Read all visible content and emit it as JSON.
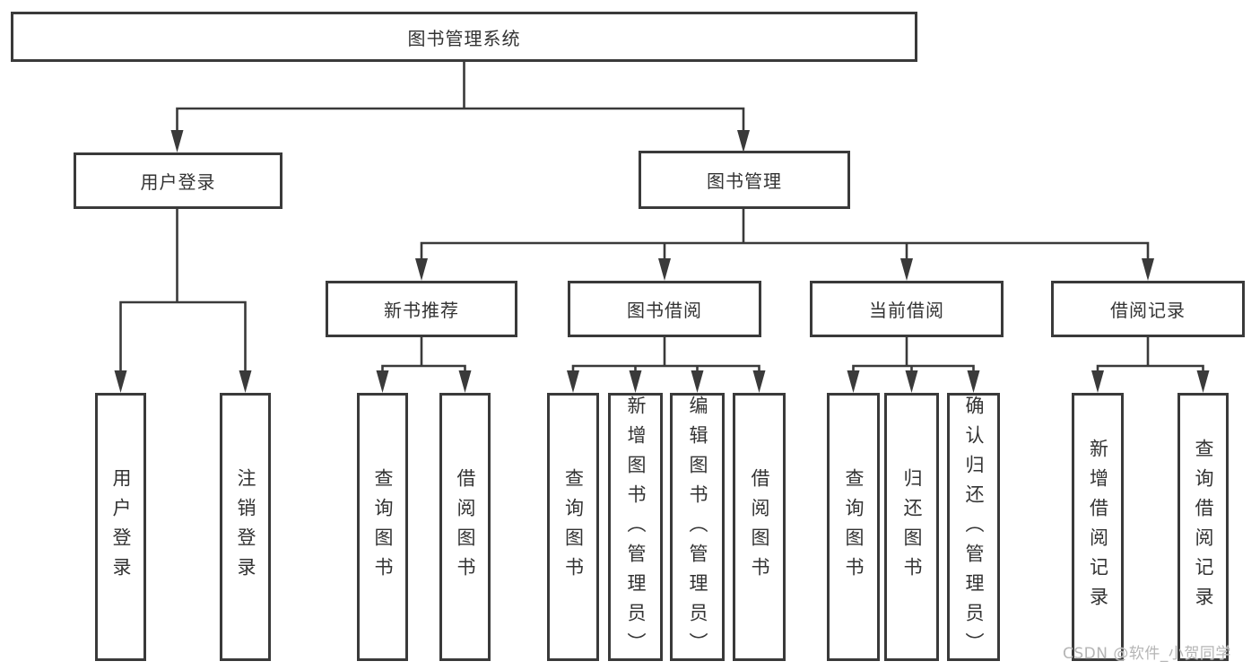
{
  "colors": {
    "line": "#3a3a3a",
    "box_border": "#3a3a3a",
    "text": "#333333",
    "background": "#ffffff",
    "watermark": "#b5b5b5"
  },
  "tree": {
    "root": {
      "label": "图书管理系统"
    },
    "branches": [
      {
        "label": "用户登录",
        "leaves": [
          {
            "label": "用户登录"
          },
          {
            "label": "注销登录"
          }
        ]
      },
      {
        "label": "图书管理",
        "groups": [
          {
            "label": "新书推荐",
            "leaves": [
              {
                "label": "查询图书"
              },
              {
                "label": "借阅图书"
              }
            ]
          },
          {
            "label": "图书借阅",
            "leaves": [
              {
                "label": "查询图书"
              },
              {
                "label": "新增图书（管理员）"
              },
              {
                "label": "编辑图书（管理员）"
              },
              {
                "label": "借阅图书"
              }
            ]
          },
          {
            "label": "当前借阅",
            "leaves": [
              {
                "label": "查询图书"
              },
              {
                "label": "归还图书"
              },
              {
                "label": "确认归还（管理员）"
              }
            ]
          },
          {
            "label": "借阅记录",
            "leaves": [
              {
                "label": "新增借阅记录"
              },
              {
                "label": "查询借阅记录"
              }
            ]
          }
        ]
      }
    ]
  },
  "watermark": {
    "text": "CSDN @软件_小贺同学"
  }
}
